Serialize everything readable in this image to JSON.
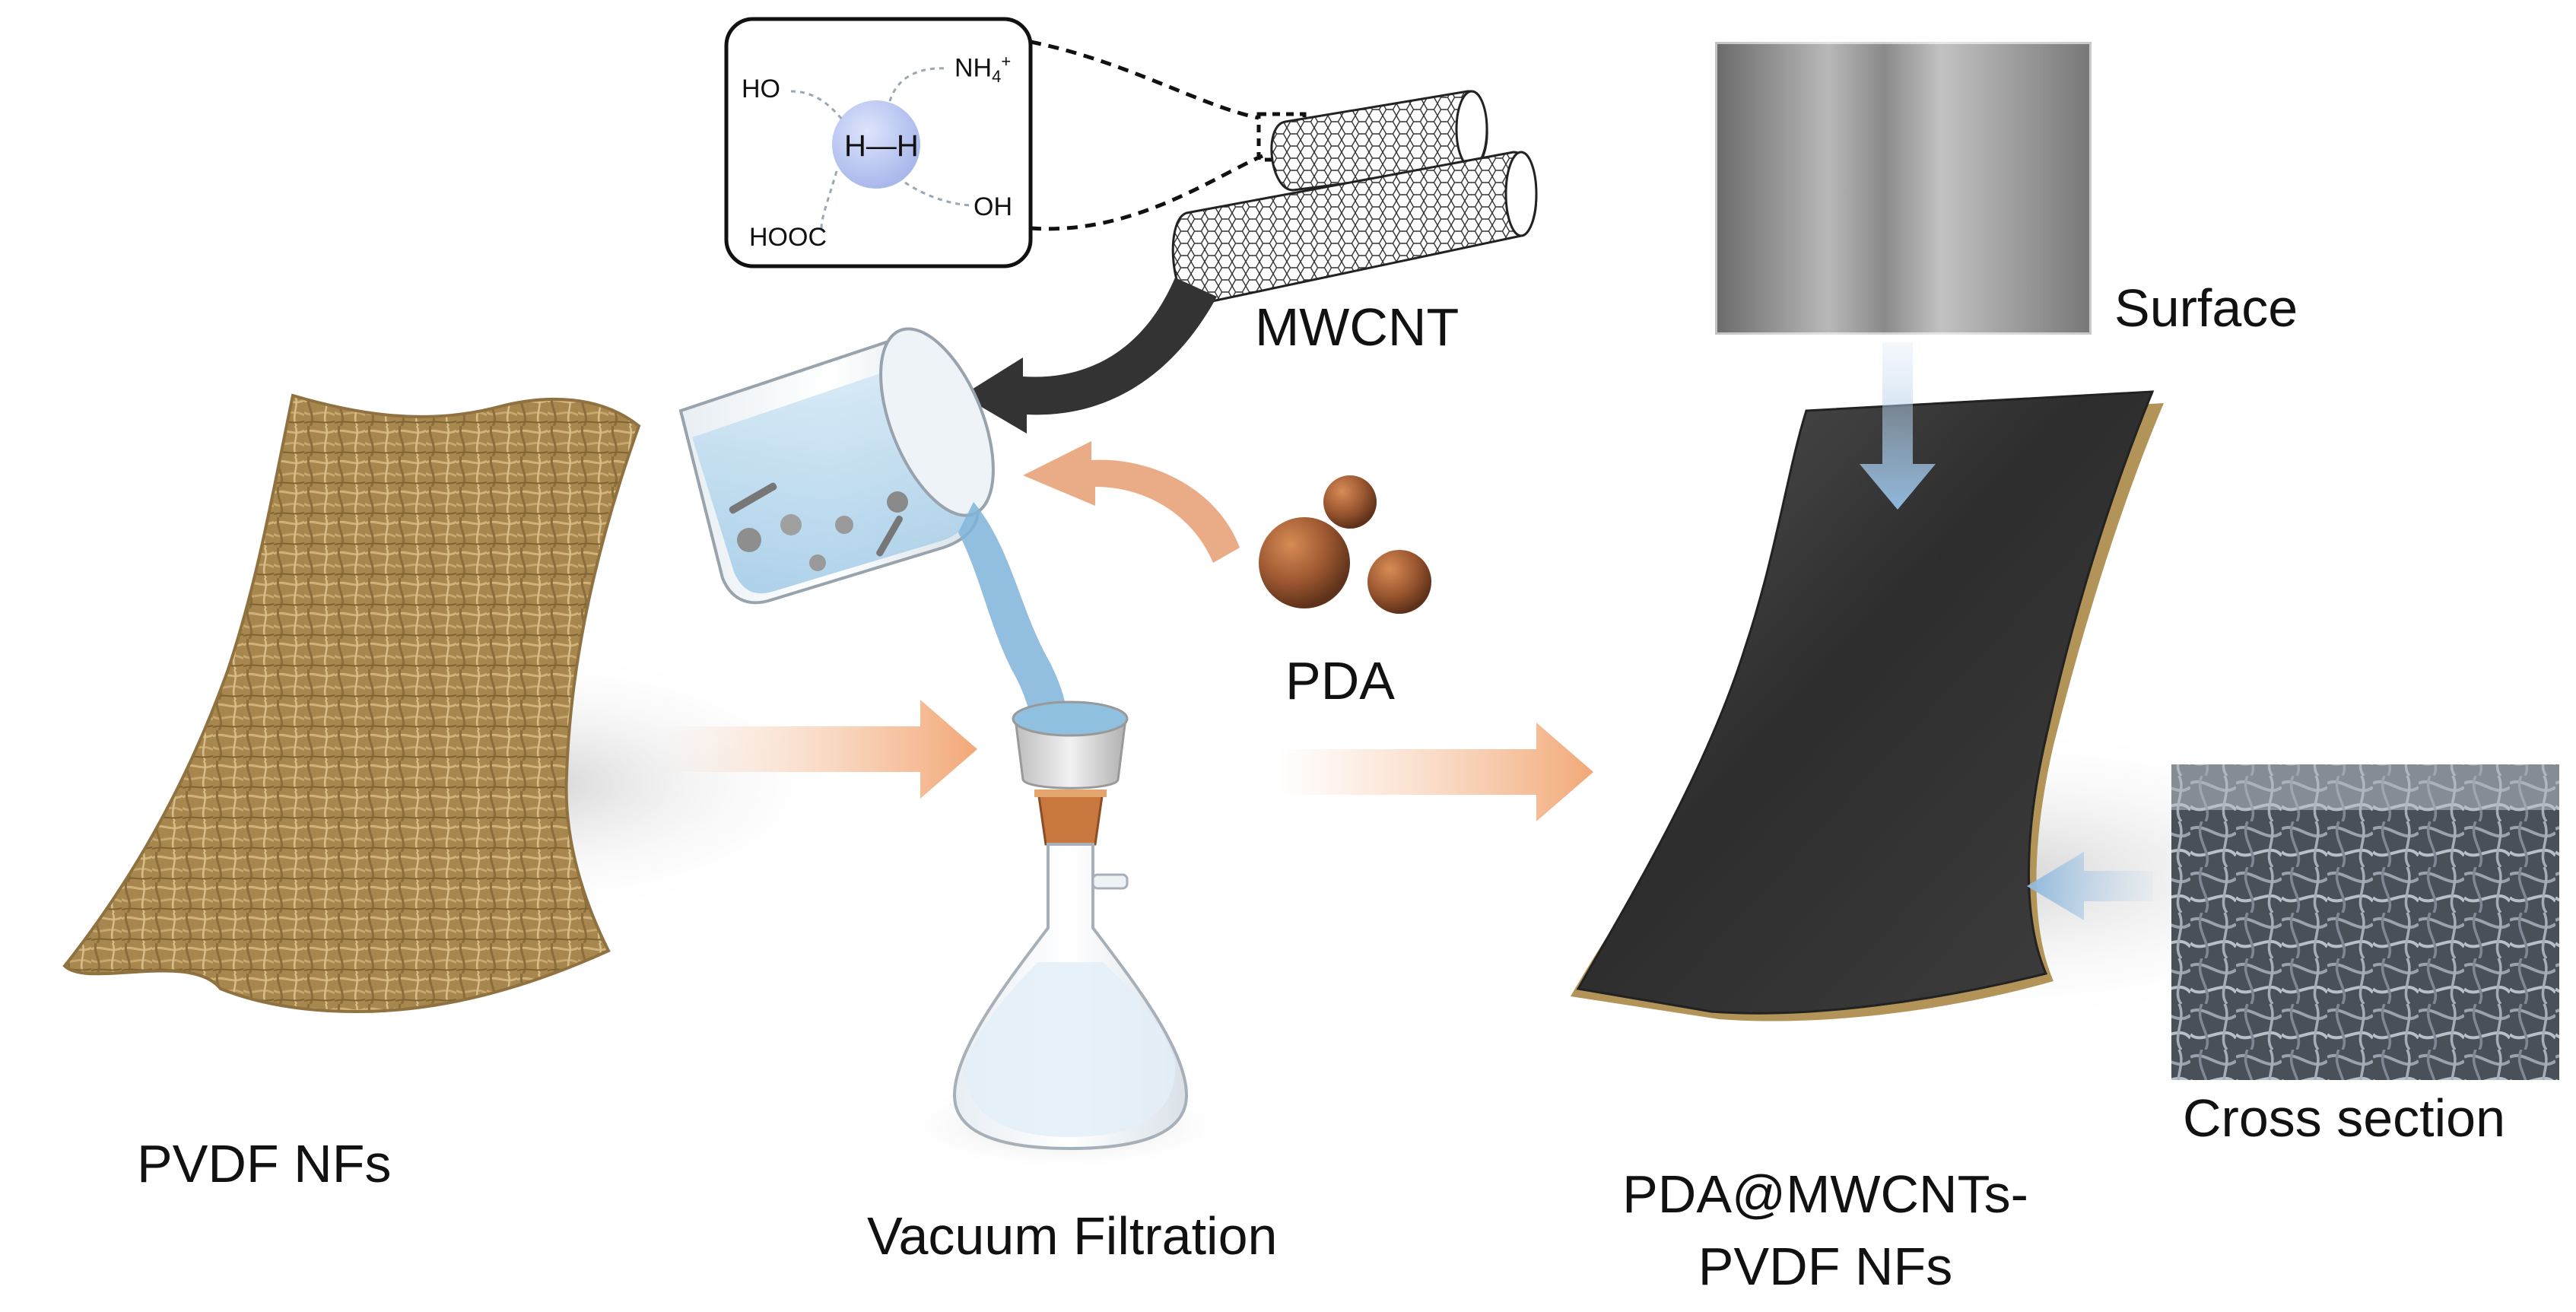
{
  "labels": {
    "pvdf_nfs": "PVDF NFs",
    "vacuum_filtration": "Vacuum Filtration",
    "mwcnt": "MWCNT",
    "pda": "PDA",
    "product_line1": "PDA@MWCNTs-",
    "product_line2": "PVDF NFs",
    "surface": "Surface",
    "cross_section": "Cross section"
  },
  "inset": {
    "center_label": "H—H",
    "group_ho": "HO",
    "group_nh4_base": "NH",
    "group_nh4_sub": "4",
    "group_nh4_sup": "+",
    "group_hooc": "HOOC",
    "group_oh": "OH"
  },
  "colors": {
    "fiber": "#b2945a",
    "membrane": "#3b3b3b",
    "arrow_orange": "#f2a877",
    "arrow_dark": "#333333",
    "arrow_blue": "#8fb8dc",
    "pda_particle": "#9a5630",
    "h_atom_sphere": "#a9b8ec"
  }
}
